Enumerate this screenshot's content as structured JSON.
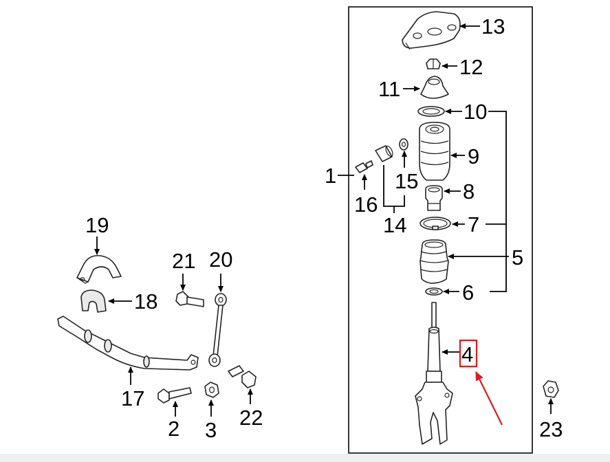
{
  "callouts": {
    "c1": "1",
    "c2": "2",
    "c3": "3",
    "c4": "4",
    "c5": "5",
    "c6": "6",
    "c7": "7",
    "c8": "8",
    "c9": "9",
    "c10": "10",
    "c11": "11",
    "c12": "12",
    "c13": "13",
    "c14": "14",
    "c15": "15",
    "c16": "16",
    "c17": "17",
    "c18": "18",
    "c19": "19",
    "c20": "20",
    "c21": "21",
    "c22": "22",
    "c23": "23"
  },
  "colors": {
    "line": "#000000",
    "highlight": "#e0191b",
    "frame": "#222222",
    "footer_strip": "#eef1f1"
  }
}
